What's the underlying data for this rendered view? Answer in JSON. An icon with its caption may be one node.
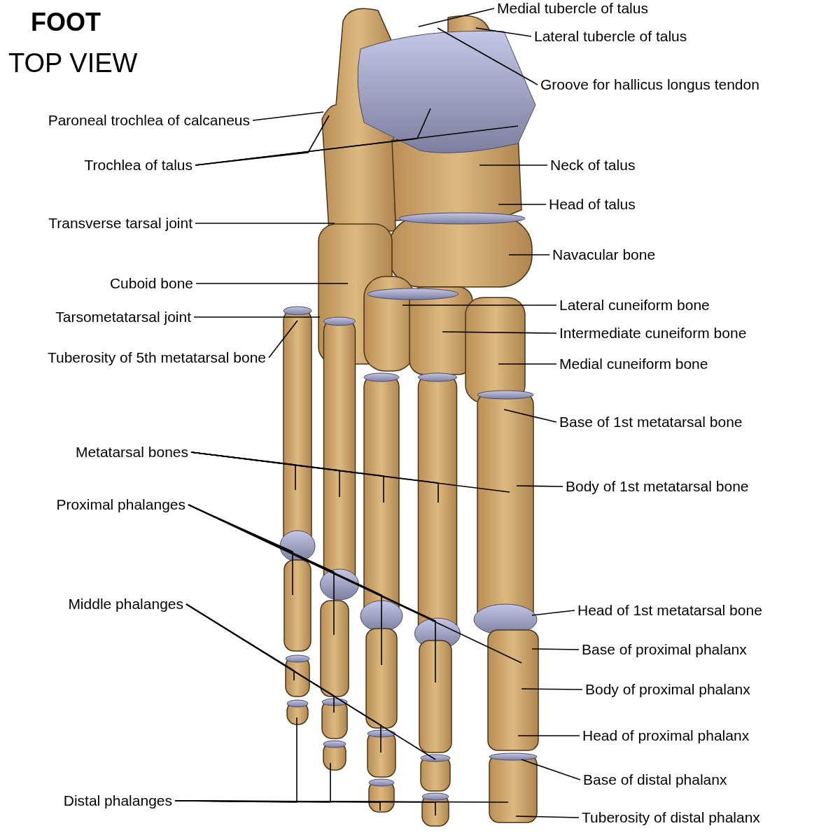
{
  "diagram": {
    "title": "FOOT",
    "labels": [
      "TOP VIEW"
    ],
    "nodes": [
      {
        "text": [
          "Medial tubercle of talus"
        ]
      },
      {
        "text": [
          "Lateral tubercle of talus"
        ]
      },
      {
        "text": [
          "Groove for hallicus longus tendon"
        ]
      },
      {
        "text": [
          "Paroneal trochlea of calcaneus"
        ]
      },
      {
        "text": [
          "Trochlea of talus"
        ]
      },
      {
        "text": [
          "Neck of talus"
        ]
      },
      {
        "text": [
          "Head of talus"
        ]
      },
      {
        "text": [
          "Transverse tarsal joint"
        ]
      },
      {
        "text": [
          "Navacular bone"
        ]
      },
      {
        "text": [
          "Cuboid bone"
        ]
      },
      {
        "text": [
          "Lateral cuneiform bone"
        ]
      },
      {
        "text": [
          "Tarsometatarsal joint"
        ]
      },
      {
        "text": [
          "Intermediate cuneiform bone"
        ]
      },
      {
        "text": [
          "Tuberosity of 5th metatarsal bone"
        ]
      },
      {
        "text": [
          "Medial cuneiform bone"
        ]
      },
      {
        "text": [
          "Base of 1st metatarsal bone"
        ]
      },
      {
        "text": [
          "Metatarsal bones"
        ]
      },
      {
        "text": [
          "Body of 1st metatarsal bone"
        ]
      },
      {
        "text": [
          "Proximal phalanges"
        ]
      },
      {
        "text": [
          "Middle phalanges"
        ]
      },
      {
        "text": [
          "Head of 1st metatarsal bone"
        ]
      },
      {
        "text": [
          "Base of proximal phalanx"
        ]
      },
      {
        "text": [
          "Body of proximal phalanx"
        ]
      },
      {
        "text": [
          "Head of proximal phalanx"
        ]
      },
      {
        "text": [
          "Base of distal phalanx"
        ]
      },
      {
        "text": [
          "Distal phalanges"
        ]
      },
      {
        "text": [
          "Tuberosity of distal phalanx"
        ]
      }
    ],
    "edges": [
      {
        "from": 0,
        "to": null,
        "arrow": "none"
      },
      {
        "from": 1,
        "to": null,
        "arrow": "none"
      },
      {
        "from": 2,
        "to": null,
        "arrow": "none"
      },
      {
        "from": 3,
        "to": null,
        "arrow": "none"
      },
      {
        "from": 4,
        "to": null,
        "arrow": "none"
      },
      {
        "from": 4,
        "to": null,
        "arrow": "none"
      },
      {
        "from": 4,
        "to": null,
        "arrow": "none"
      },
      {
        "from": 5,
        "to": null,
        "arrow": "none"
      },
      {
        "from": 6,
        "to": null,
        "arrow": "none"
      },
      {
        "from": 7,
        "to": null,
        "arrow": "none"
      },
      {
        "from": 8,
        "to": null,
        "arrow": "none"
      },
      {
        "from": 9,
        "to": null,
        "arrow": "none"
      },
      {
        "from": 10,
        "to": null,
        "arrow": "none"
      },
      {
        "from": 11,
        "to": null,
        "arrow": "none"
      },
      {
        "from": 12,
        "to": null,
        "arrow": "none"
      },
      {
        "from": 13,
        "to": null,
        "arrow": "none"
      },
      {
        "from": 14,
        "to": null,
        "arrow": "none"
      },
      {
        "from": 15,
        "to": null,
        "arrow": "none"
      },
      {
        "from": 16,
        "to": null,
        "arrow": "none"
      },
      {
        "from": 16,
        "to": null,
        "arrow": "none"
      },
      {
        "from": 16,
        "to": null,
        "arrow": "none"
      },
      {
        "from": 16,
        "to": null,
        "arrow": "none"
      },
      {
        "from": 16,
        "to": null,
        "arrow": "none"
      },
      {
        "from": 17,
        "to": null,
        "arrow": "none"
      },
      {
        "from": 18,
        "to": null,
        "arrow": "none"
      },
      {
        "from": 18,
        "to": null,
        "arrow": "none"
      },
      {
        "from": 18,
        "to": null,
        "arrow": "none"
      },
      {
        "from": 18,
        "to": null,
        "arrow": "none"
      },
      {
        "from": 18,
        "to": null,
        "arrow": "none"
      },
      {
        "from": 19,
        "to": null,
        "arrow": "none"
      },
      {
        "from": 19,
        "to": null,
        "arrow": "none"
      },
      {
        "from": 19,
        "to": null,
        "arrow": "none"
      },
      {
        "from": 19,
        "to": null,
        "arrow": "none"
      },
      {
        "from": 20,
        "to": null,
        "arrow": "none"
      },
      {
        "from": 21,
        "to": null,
        "arrow": "none"
      },
      {
        "from": 22,
        "to": null,
        "arrow": "none"
      },
      {
        "from": 23,
        "to": null,
        "arrow": "none"
      },
      {
        "from": 24,
        "to": null,
        "arrow": "none"
      },
      {
        "from": 25,
        "to": null,
        "arrow": "none"
      },
      {
        "from": 25,
        "to": null,
        "arrow": "none"
      },
      {
        "from": 25,
        "to": null,
        "arrow": "none"
      },
      {
        "from": 25,
        "to": null,
        "arrow": "none"
      },
      {
        "from": 25,
        "to": null,
        "arrow": "none"
      },
      {
        "from": 26,
        "to": null,
        "arrow": "none"
      }
    ]
  }
}
